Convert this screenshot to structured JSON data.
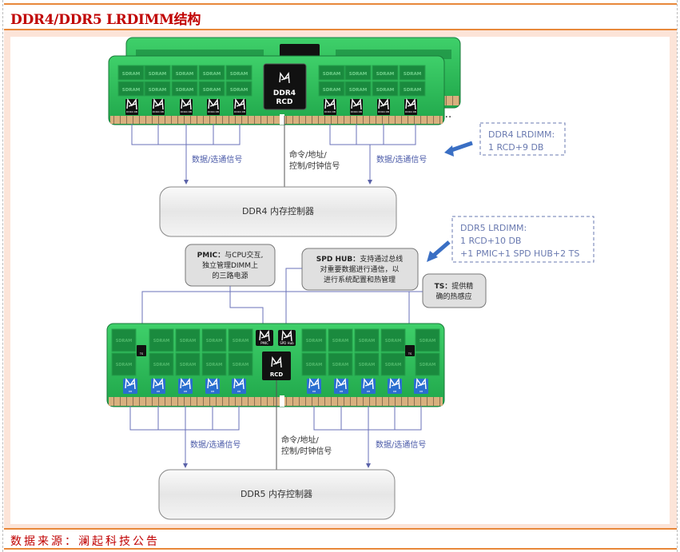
{
  "header": {
    "title": "DDR4/DDR5 LRDIMM结构"
  },
  "footer": {
    "source": "数据来源：澜起科技公告"
  },
  "colors": {
    "accent_rule": "#e8883a",
    "title_red": "#c00000",
    "panel_bg": "#fce4d8",
    "pcb_green": "#2fbf5a",
    "line_blue": "#6a72b8",
    "arrow_blue": "#3a6fc4"
  },
  "ddr4": {
    "rcd_label_line1": "DDR4",
    "rcd_label_line2": "RCD",
    "sdram_label": "SDRAM",
    "db_label": "DDR4 DB",
    "left_signal": "数据/选通信号",
    "right_signal": "数据/选通信号",
    "cmd_line1": "命令/地址/",
    "cmd_line2": "控制/时钟信号",
    "controller": "DDR4 内存控制器",
    "note_line1": "DDR4 LRDIMM:",
    "note_line2": "1 RCD+9 DB"
  },
  "ddr5": {
    "rcd_label": "RCD",
    "pmic_chip": "PMIC",
    "spd_chip": "SPD Hub",
    "ts_chip": "TS",
    "db_chip": "DB",
    "sdram_label": "SDRAM",
    "left_signal": "数据/选通信号",
    "right_signal": "数据/选通信号",
    "cmd_line1": "命令/地址/",
    "cmd_line2": "控制/时钟信号",
    "controller": "DDR5 内存控制器",
    "note_line1": "DDR5 LRDIMM:",
    "note_line2": "1 RCD+10 DB",
    "note_line3": "+1 PMIC+1 SPD HUB+2 TS"
  },
  "callouts": {
    "pmic_title": "PMIC：",
    "pmic_l1": "与CPU交互,",
    "pmic_l2": "独立管理DIMM上",
    "pmic_l3": "的三路电源",
    "spd_title": "SPD HUB：",
    "spd_l1": "支持通过总线",
    "spd_l2": "对重要数据进行通信，以",
    "spd_l3": "进行系统配置和热管理",
    "ts_title": "TS：",
    "ts_l1": "提供精",
    "ts_l2": "确的热感应"
  }
}
